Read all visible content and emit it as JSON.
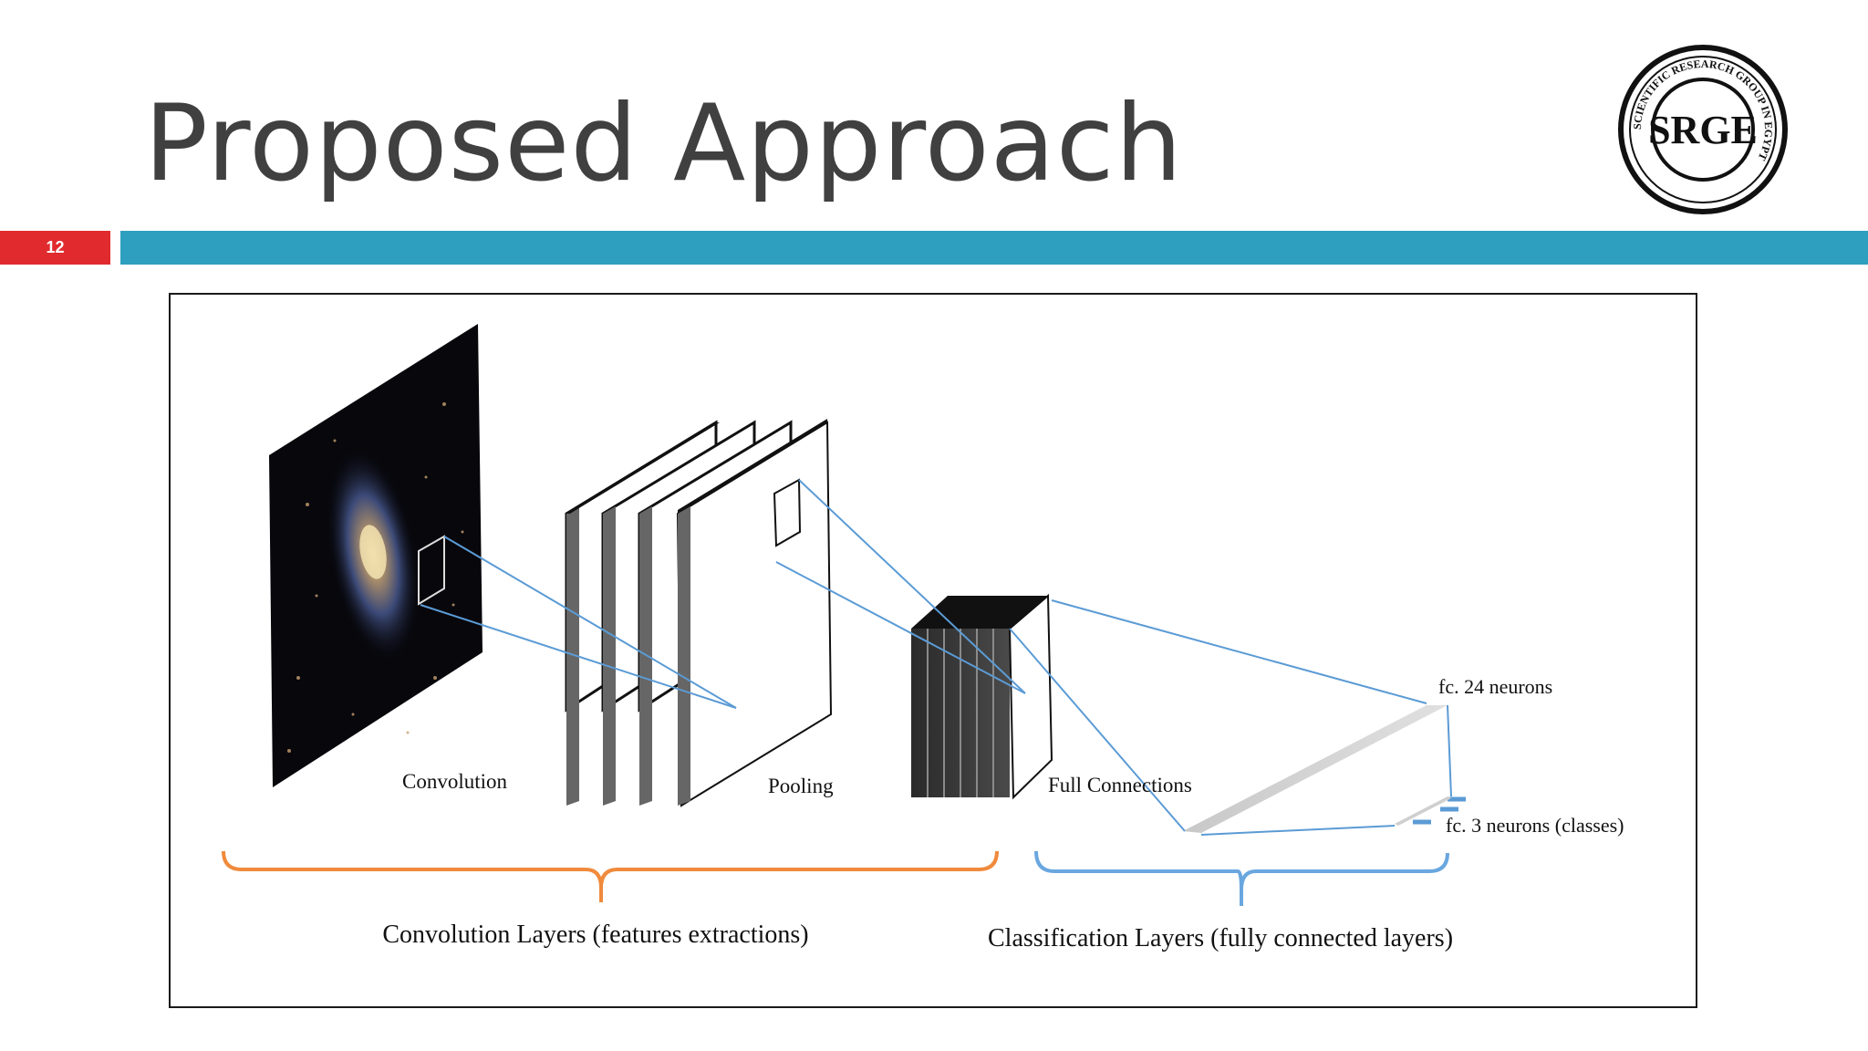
{
  "slide": {
    "title": "Proposed Approach",
    "page_number": "12"
  },
  "logo": {
    "text": "SRGE",
    "ring_text": "SCIENTIFIC RESEARCH GROUP IN EGYPT"
  },
  "diagram": {
    "labels": {
      "convolution": "Convolution",
      "pooling": "Pooling",
      "full_connections": "Full Connections",
      "fc24": "fc. 24 neurons",
      "fc3": "fc. 3 neurons (classes)"
    },
    "groups": {
      "conv_layers": "Convolution Layers (features extractions)",
      "class_layers": "Classification Layers (fully connected layers)"
    },
    "colors": {
      "conv_brace": "#f08a3c",
      "class_brace": "#6aa7df",
      "connector_lines": "#5b9bd5"
    }
  }
}
